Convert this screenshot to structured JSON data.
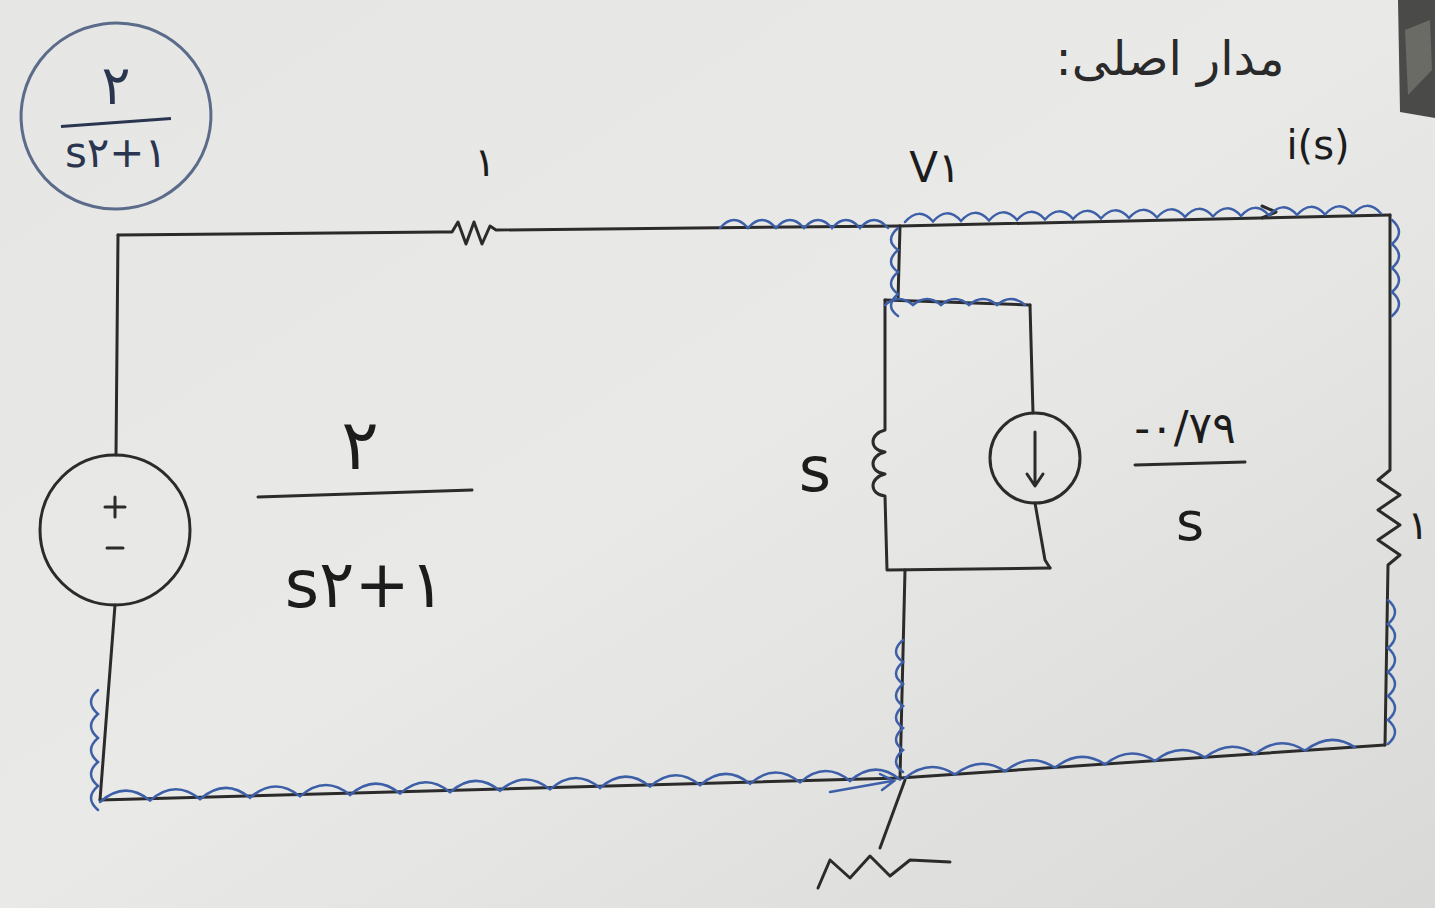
{
  "diagram": {
    "title": "مدار اصلی:",
    "nodes": [
      {
        "text": [
          "۲",
          "s۲+۱"
        ]
      }
    ],
    "labels": [
      "۱",
      "V۱",
      "i(s)",
      "۲",
      "s۲+۱",
      "s",
      "-۰/۷۹",
      "s",
      "۱"
    ]
  }
}
